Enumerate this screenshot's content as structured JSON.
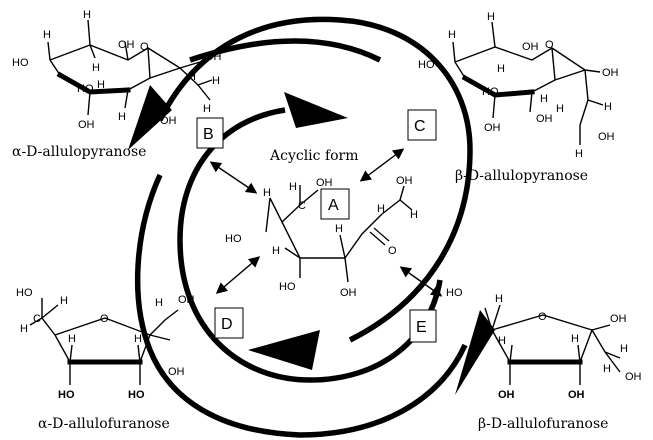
{
  "captions": {
    "alpha_pyranose": "α-D-allulopyranose",
    "beta_pyranose": "β-D-allulopyranose",
    "alpha_furanose": "α-D-allulofuranose",
    "beta_furanose": "β-D-allulofuranose",
    "acyclic": "Acyclic form"
  },
  "boxes": {
    "A": "A",
    "B": "B",
    "C": "C",
    "D": "D",
    "E": "E"
  },
  "atoms": {
    "H": "H",
    "HO": "HO",
    "OH": "OH",
    "O": "O",
    "C": "C"
  }
}
